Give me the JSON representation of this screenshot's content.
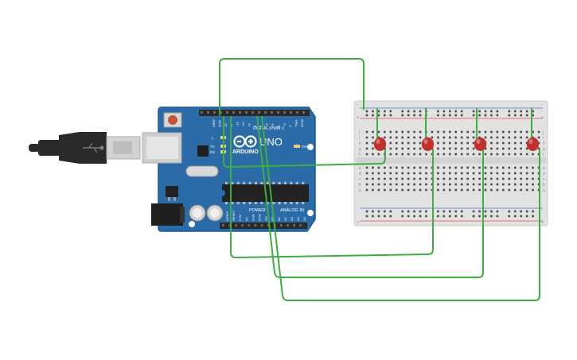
{
  "board": {
    "logo": "ARDUINO",
    "model": "UNO",
    "digital_header": "DIGITAL (PWM~)",
    "power_header": "POWER",
    "analog_header": "ANALOG IN",
    "on_label": "ON",
    "led_labels": [
      "L",
      "TX",
      "RX"
    ],
    "top_pins": [
      "AREF",
      "GND",
      "13",
      "12",
      "~11",
      "~10",
      "~9",
      "8",
      "7",
      "~6",
      "~5",
      "4",
      "~3",
      "2",
      "TX▸1",
      "RX◂0"
    ],
    "bottom_pins": [
      "IOREF",
      "RESET",
      "3.3V",
      "5V",
      "GND",
      "GND",
      "Vin",
      "A0",
      "A1",
      "A2",
      "A3",
      "A4",
      "A5"
    ],
    "colors": {
      "pcb": "#2b6ba8",
      "pcb_edge": "#1e5a93",
      "header": "#2a2a2a",
      "reset": "#c2553a",
      "chip": "#222222"
    }
  },
  "usb_cable": {
    "colors": {
      "plug": "#d2d2d2",
      "boot": "#2a2a2a"
    }
  },
  "breadboard": {
    "row_letters_top": [
      "j",
      "i",
      "h",
      "g",
      "f"
    ],
    "row_letters_bottom": [
      "e",
      "d",
      "c",
      "b",
      "a"
    ],
    "rail_symbols": [
      "-",
      "+"
    ],
    "colors": {
      "body": "#e2e2e2",
      "hole": "#4a4a4a",
      "rail_red": "#d9534f",
      "rail_blue": "#4a78c8"
    }
  },
  "leds": [
    {
      "color": "#c0322b"
    },
    {
      "color": "#c0322b"
    },
    {
      "color": "#c0322b"
    },
    {
      "color": "#c0322b"
    }
  ],
  "wires": {
    "color": "#3fae3f"
  }
}
